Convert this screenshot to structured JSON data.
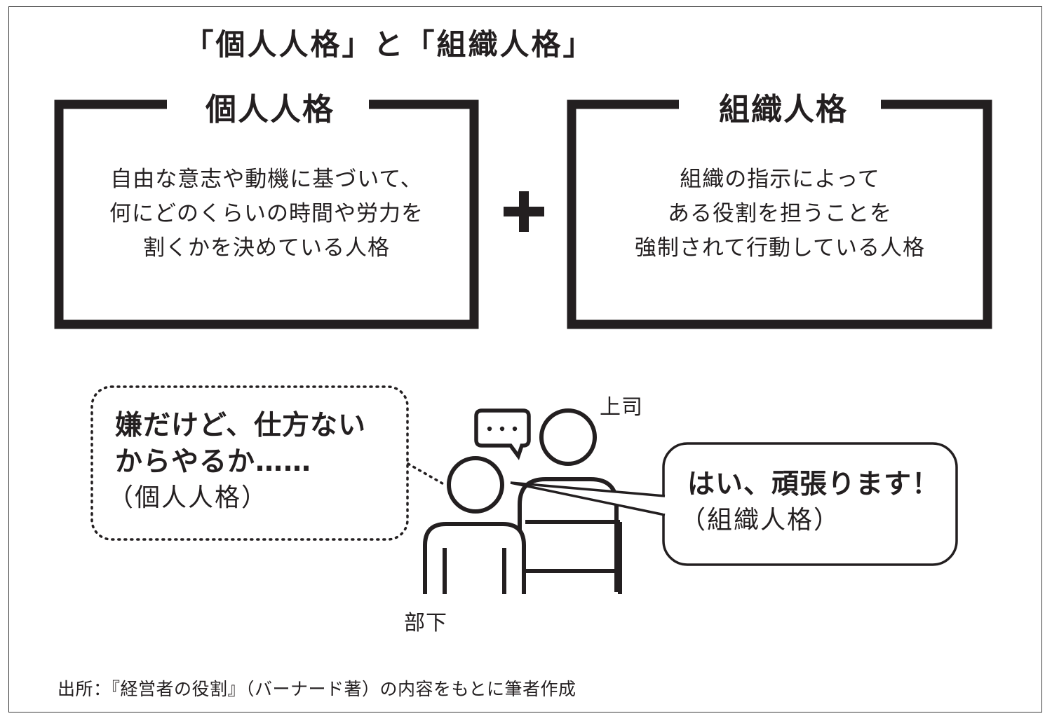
{
  "title": "「個人人格」と「組織人格」",
  "personal_box": {
    "title": "個人人格",
    "lines": [
      "自由な意志や動機に基づいて、",
      "何にどのくらいの時間や労力を",
      "割くかを決めている人格"
    ]
  },
  "organization_box": {
    "title": "組織人格",
    "lines": [
      "組織の指示によって",
      "ある役割を担うことを",
      "強制されて行動している人格"
    ]
  },
  "plus_icon": "plus-icon",
  "thought_bubble": {
    "line1": "嫌だけど、仕方ない",
    "line2": "からやるか……",
    "note": "（個人人格）"
  },
  "speech_bubble": {
    "line1": "はい、頑張ります！",
    "note": "（組織人格）"
  },
  "boss_label": "上司",
  "subordinate_label": "部下",
  "source": "出所：『経営者の役割』（バーナード著）の内容をもとに筆者作成",
  "colors": {
    "ink": "#231f20",
    "frame": "#3a3a3a",
    "background": "#ffffff"
  }
}
